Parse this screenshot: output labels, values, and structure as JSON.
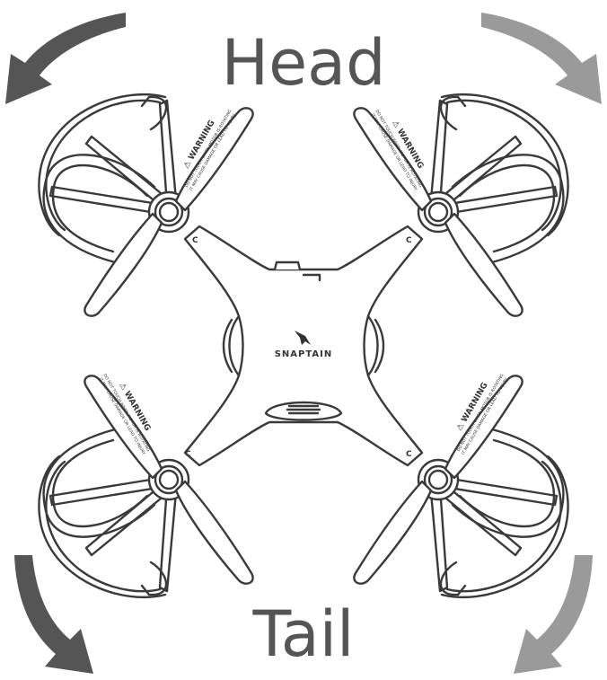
{
  "labels": {
    "head": "Head",
    "tail": "Tail"
  },
  "body": {
    "brand": "SNAPTAIN"
  },
  "propeller": {
    "warning_title": "⚠ WARNING",
    "warning_line1": "DO NOT TOUCH WHEN MOTOR IS ROTATING",
    "warning_line2": "IT MAY CAUSE DAMAGE OR LEAD TO INJURY"
  },
  "colors": {
    "arrow_dark": "#555555",
    "arrow_light": "#9a9a9a",
    "outline": "#3a3a3a",
    "label_text": "#555555"
  }
}
